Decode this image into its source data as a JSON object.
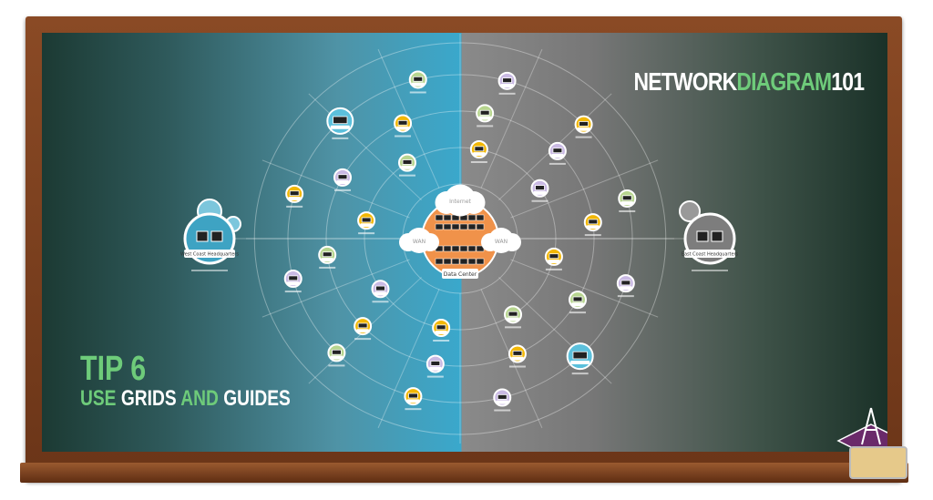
{
  "title": {
    "part1": "NETWORK",
    "part2": "DIAGRAM",
    "part3": "101"
  },
  "tip": {
    "number": "TIP 6",
    "line_a": "USE ",
    "line_b": "GRIDS ",
    "line_c": "AND ",
    "line_d": "GUIDES"
  },
  "diagram": {
    "center": {
      "internet": "Internet",
      "wan_left": "WAN",
      "wan_right": "WAN",
      "data_center": "Data Center"
    },
    "west_hq": "West Coast Headquarters",
    "east_hq": "East Coast Headquarters",
    "node_colors": {
      "warehouse": "#f2b705",
      "branch": "#b7d58f",
      "office": "#c9b9e3",
      "regional": "#5cc0dc",
      "datacenter": "#f0924a"
    }
  }
}
